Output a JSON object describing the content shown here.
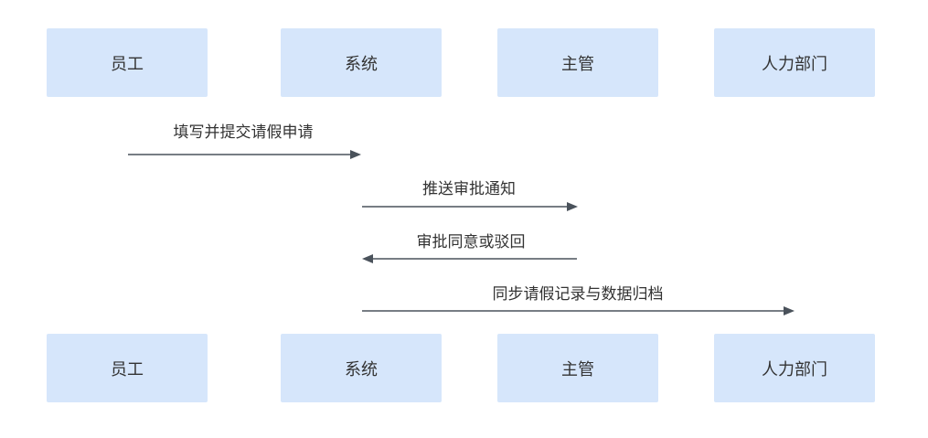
{
  "actors_top": [
    {
      "label": "员工"
    },
    {
      "label": "系统"
    },
    {
      "label": "主管"
    },
    {
      "label": "人力部门"
    }
  ],
  "actors_bottom": [
    {
      "label": "员工"
    },
    {
      "label": "系统"
    },
    {
      "label": "主管"
    },
    {
      "label": "人力部门"
    }
  ],
  "messages": [
    {
      "label": "填写并提交请假申请",
      "from": "员工",
      "to": "系统"
    },
    {
      "label": "推送审批通知",
      "from": "系统",
      "to": "主管"
    },
    {
      "label": "审批同意或驳回",
      "from": "主管",
      "to": "系统"
    },
    {
      "label": "同步请假记录与数据归档",
      "from": "系统",
      "to": "人力部门"
    }
  ],
  "colors": {
    "actor_fill": "#d6e6fb",
    "arrow": "#4a525b",
    "text": "#333333"
  }
}
